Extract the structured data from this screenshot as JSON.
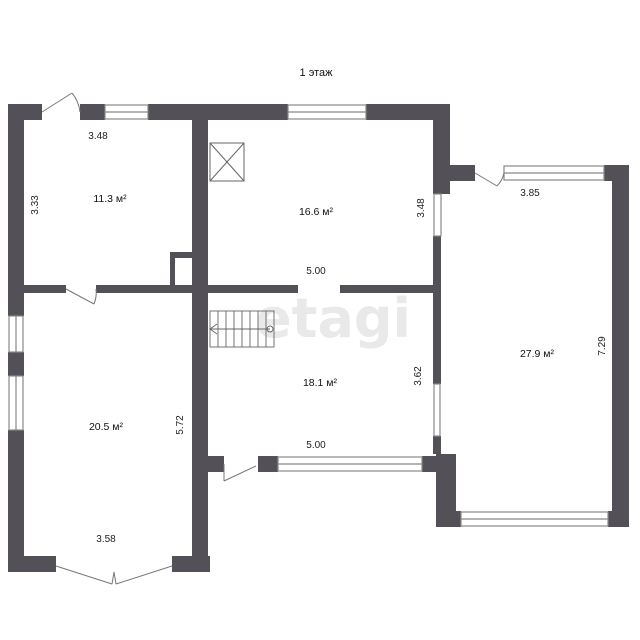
{
  "plan": {
    "title": "1 этаж",
    "watermark": "etagi",
    "rooms": [
      {
        "id": "room-a",
        "area": "11.3 м²",
        "width": "3.48",
        "height": "3.33"
      },
      {
        "id": "room-b",
        "area": "16.6 м²",
        "width": "5.00",
        "height": "3.48"
      },
      {
        "id": "room-c",
        "area": "18.1 м²",
        "width": "5.00",
        "height": "3.62"
      },
      {
        "id": "room-d",
        "area": "20.5 м²",
        "width": "3.58",
        "height": "5.72"
      },
      {
        "id": "room-e",
        "area": "27.9 м²",
        "width": "3.85",
        "height": "7.29"
      }
    ],
    "colors": {
      "wall": "#545058",
      "window": "#888888"
    }
  }
}
